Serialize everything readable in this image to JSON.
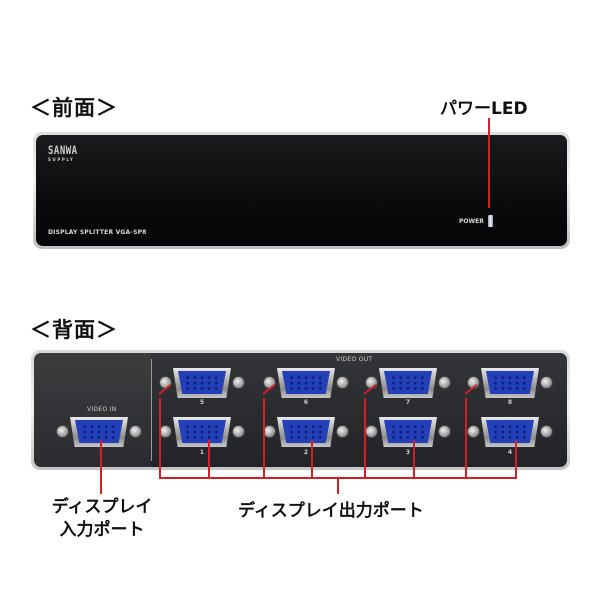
{
  "sections": {
    "front": {
      "heading": "＜前面＞"
    },
    "rear": {
      "heading": "＜背面＞"
    }
  },
  "front_panel": {
    "brand": "SANWA",
    "brand_sub": "SUPPLY",
    "model_text": "DISPLAY SPLITTER    VGA-SP8",
    "power_label": "POWER"
  },
  "rear_panel": {
    "input_label": "VIDEO IN",
    "output_label": "VIDEO OUT",
    "ports_top": [
      "5",
      "6",
      "7",
      "8"
    ],
    "ports_bottom": [
      "1",
      "2",
      "3",
      "4"
    ]
  },
  "callouts": {
    "power_led": "パワーLED",
    "input_port_line1": "ディスプレイ",
    "input_port_line2": "入力ポート",
    "output_ports": "ディスプレイ出力ポート"
  },
  "colors": {
    "callout_line": "#d0212a",
    "connector_blue": "#2340b8",
    "panel_black": "#0b0b0d",
    "rear_gray": "#2a2c2f"
  }
}
